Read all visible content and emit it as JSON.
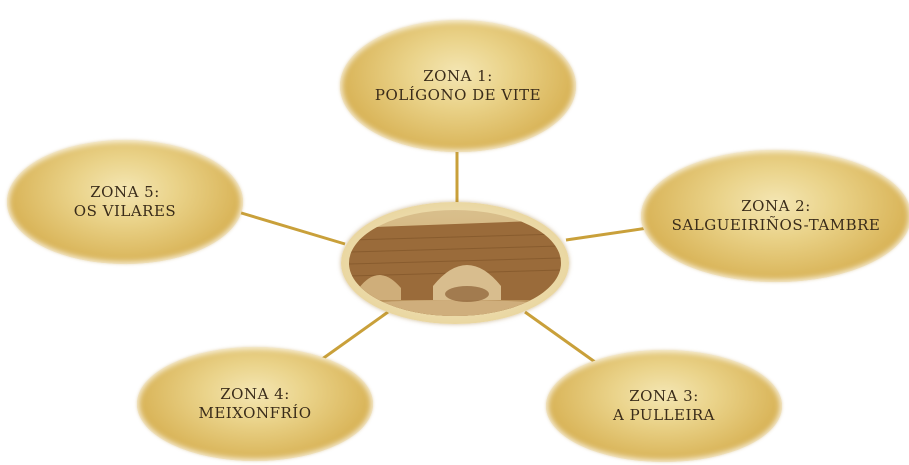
{
  "zones": [
    {
      "line1": "ZONA 1:",
      "line2": "POLÍGONO DE VITE"
    },
    {
      "line1": "ZONA 2:",
      "line2": "SALGUEIRIÑOS-TAMBRE"
    },
    {
      "line1": "ZONA 3:",
      "line2": "A PULLEIRA"
    },
    {
      "line1": "ZONA 4:",
      "line2": "MEIXONFRÍO"
    },
    {
      "line1": "ZONA 5:",
      "line2": "OS VILARES"
    }
  ],
  "colors": {
    "node_fill": "#ddb95c",
    "connector": "#c9a03a",
    "text": "#3a2c1a",
    "photo_sepia": "#a87a45"
  },
  "center_image": {
    "description_icon": "stone-arch-bridge-photo"
  }
}
